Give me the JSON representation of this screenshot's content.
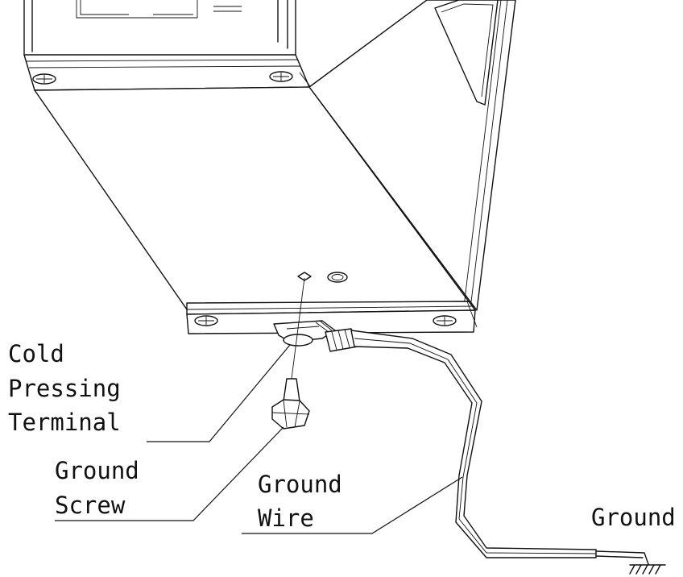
{
  "labels": {
    "cold_pressing_line1": "Cold",
    "cold_pressing_line2": "Pressing",
    "cold_pressing_line3": "Terminal",
    "ground_screw_line1": "Ground",
    "ground_screw_line2": "Screw",
    "ground_wire_line1": "Ground",
    "ground_wire_line2": "Wire",
    "ground": "Ground"
  }
}
